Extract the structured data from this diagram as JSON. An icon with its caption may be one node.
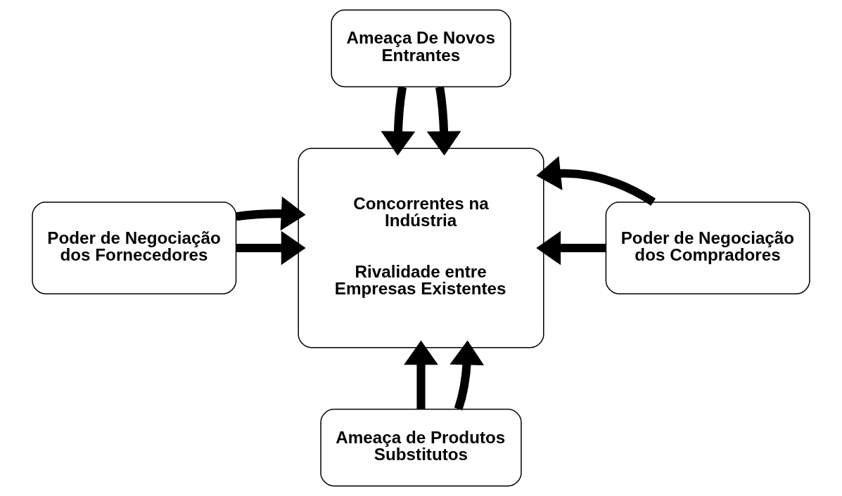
{
  "diagram": {
    "nodes": [
      {
        "text": [
          "Ameaça De Novos Entrantes"
        ]
      },
      {
        "text": [
          "Poder de Negociação dos Fornecedores"
        ]
      },
      {
        "text": [
          "Concorrentes na Indústria",
          "Rivalidade entre Empresas Existentes"
        ]
      },
      {
        "text": [
          "Poder de Negociação dos Compradores"
        ]
      },
      {
        "text": [
          "Ameaça de Produtos Substitutos"
        ]
      }
    ],
    "edges": [
      {
        "from": 0,
        "to": 2,
        "arrow": "to"
      },
      {
        "from": 0,
        "to": 2,
        "arrow": "to"
      },
      {
        "from": 1,
        "to": 2,
        "arrow": "to"
      },
      {
        "from": 1,
        "to": 2,
        "arrow": "to"
      },
      {
        "from": 3,
        "to": 2,
        "arrow": "to"
      },
      {
        "from": 3,
        "to": 2,
        "arrow": "to"
      },
      {
        "from": 4,
        "to": 2,
        "arrow": "to"
      },
      {
        "from": 4,
        "to": 2,
        "arrow": "to"
      }
    ]
  }
}
